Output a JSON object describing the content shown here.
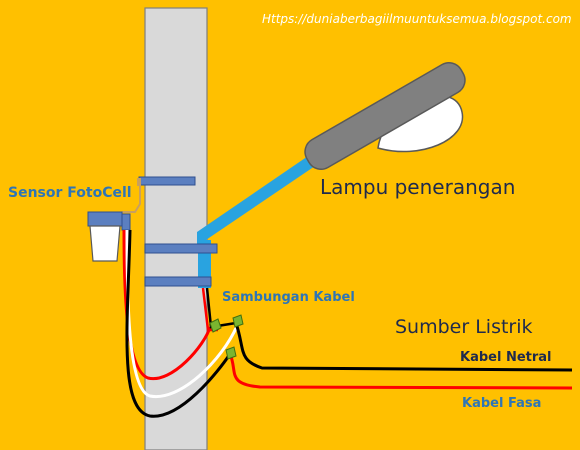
{
  "watermark": "Https://duniaberbagiilmuuntuksemua.blogspot.com",
  "labels": {
    "sensor": "Sensor FotoCell",
    "lampu": "Lampu penerangan",
    "sambungan": "Sambungan Kabel",
    "sumber": "Sumber Listrik",
    "netral": "Kabel Netral",
    "fasa": "Kabel Fasa"
  },
  "colors": {
    "background": "#ffc000",
    "pole": "#d9d9d9",
    "blue_label": "#2e75b6",
    "dark_label": "#1f2a4d",
    "wire_red": "#ff0000",
    "wire_black": "#000000",
    "wire_white": "#ffffff",
    "conduit_blue": "#29a3e0",
    "connector_green": "#7ab530"
  }
}
